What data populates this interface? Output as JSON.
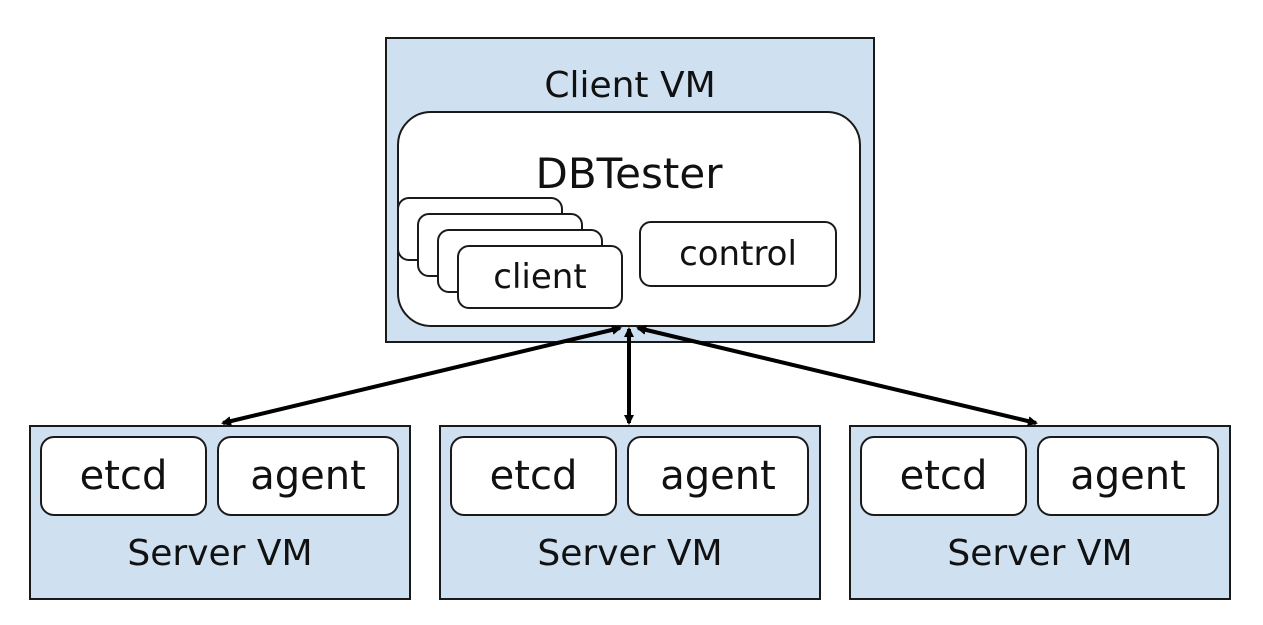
{
  "client_vm": {
    "title": "Client VM",
    "tester": {
      "title": "DBTester",
      "client_label": "client",
      "control_label": "control"
    }
  },
  "server_vms": [
    {
      "title": "Server VM",
      "etcd_label": "etcd",
      "agent_label": "agent"
    },
    {
      "title": "Server VM",
      "etcd_label": "etcd",
      "agent_label": "agent"
    },
    {
      "title": "Server VM",
      "etcd_label": "etcd",
      "agent_label": "agent"
    }
  ],
  "colors": {
    "vm_fill": "#cfe0f1",
    "stroke": "#1a1a1a",
    "box_fill": "#ffffff"
  }
}
